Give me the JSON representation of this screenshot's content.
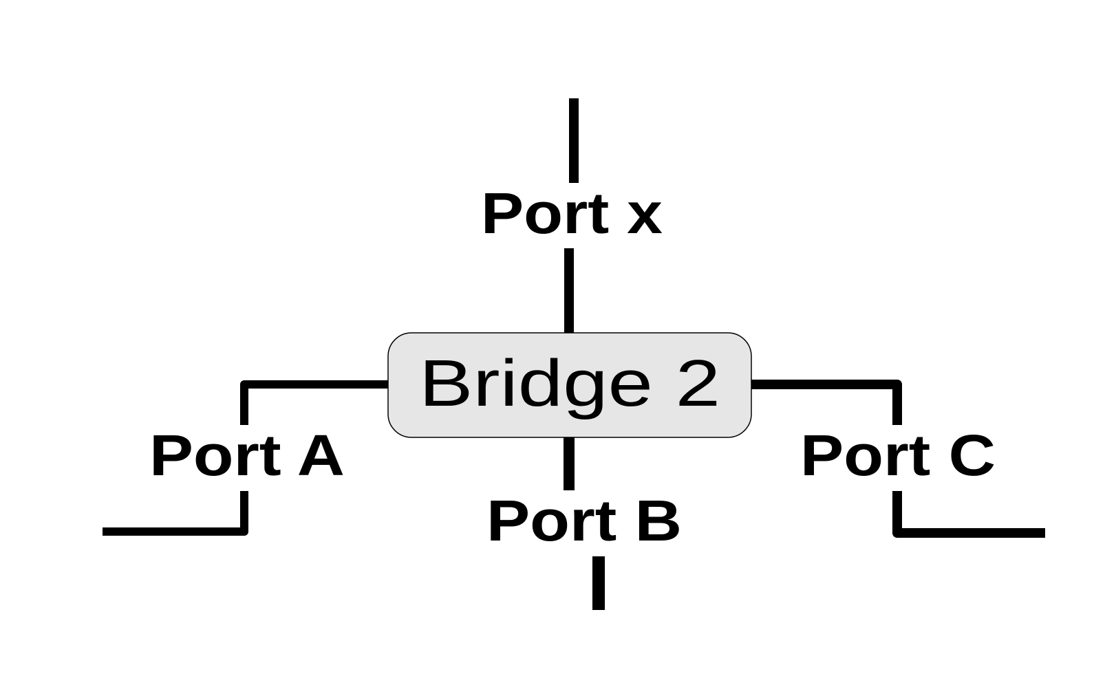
{
  "bridge": {
    "label": "Bridge 2",
    "fill_color": "#e6e6e6",
    "border_color": "#000000"
  },
  "ports": {
    "x": {
      "label": "Port x"
    },
    "a": {
      "label": "Port A"
    },
    "b": {
      "label": "Port B"
    },
    "c": {
      "label": "Port C"
    }
  },
  "line_color": "#000000"
}
